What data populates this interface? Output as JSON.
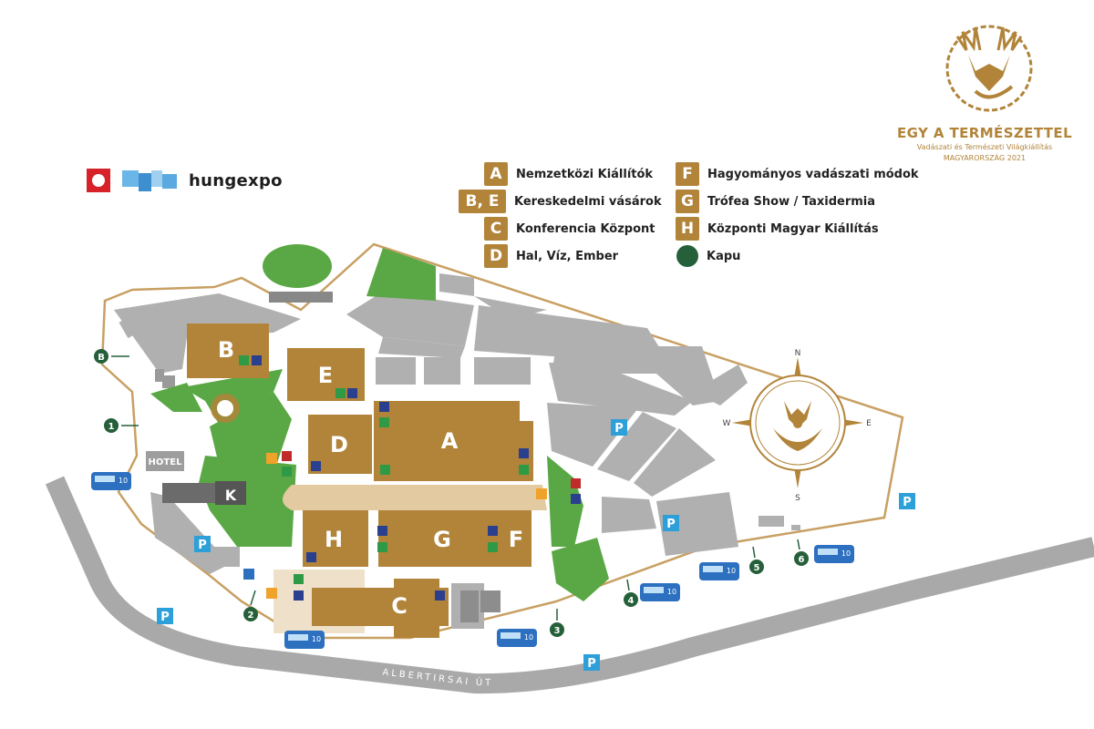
{
  "event_logo": {
    "title": "EGY A TERMÉSZETTEL",
    "subtitle": "Vadászati és Természeti Világkiállítás",
    "subtitle2": "MAGYARORSZÁG 2021"
  },
  "venue_logo": {
    "name": "hungexpo"
  },
  "legend": {
    "left": [
      {
        "badge": "A",
        "text": "Nemzetközi Kiállítók"
      },
      {
        "badge": "B, E",
        "text": "Kereskedelmi vásárok"
      },
      {
        "badge": "C",
        "text": "Konferencia Központ"
      },
      {
        "badge": "D",
        "text": "Hal, Víz, Ember"
      }
    ],
    "right": [
      {
        "badge": "F",
        "text": "Hagyományos vadászati módok"
      },
      {
        "badge": "G",
        "text": "Trófea Show / Taxidermia"
      },
      {
        "badge": "H",
        "text": "Központi Magyar Kiállítás"
      },
      {
        "badge": "",
        "text": "Kapu"
      }
    ]
  },
  "halls": [
    "A",
    "B",
    "C",
    "D",
    "E",
    "F",
    "G",
    "H",
    "K"
  ],
  "gates": [
    "B",
    "1",
    "2",
    "3",
    "4",
    "5",
    "6"
  ],
  "hotel_label": "HOTEL",
  "parking_label": "P",
  "bus_label": "10",
  "road_label": "ALBERTIRSAI ÚT",
  "compass": {
    "n": "N",
    "s": "S",
    "e": "E",
    "w": "W"
  },
  "colors": {
    "hall": "#b1843a",
    "green": "#5aa845",
    "gray": "#b2b2b2",
    "road": "#a7a7a7",
    "gate": "#25603a",
    "parking": "#2d9fd9",
    "boundary": "#c49a5a",
    "path": "#e3c9a0"
  }
}
